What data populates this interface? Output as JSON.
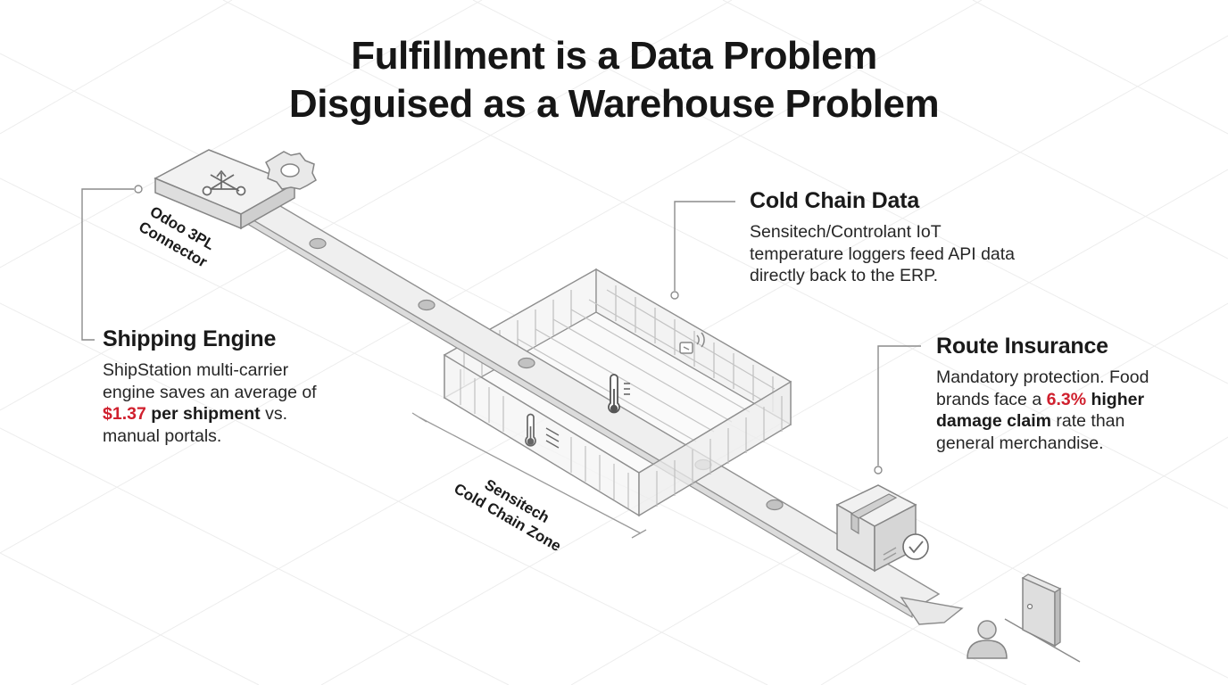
{
  "title": {
    "line1": "Fulfillment is a Data Problem",
    "line2": "Disguised as a Warehouse Problem"
  },
  "labels": {
    "connector": {
      "line1": "Odoo 3PL",
      "line2": "Connector"
    },
    "zone": {
      "line1": "Sensitech",
      "line2": "Cold Chain Zone"
    }
  },
  "callouts": {
    "cold_chain": {
      "heading": "Cold Chain Data",
      "text": "Sensitech/Controlant IoT temperature loggers feed API data directly back to the ERP."
    },
    "shipping": {
      "heading": "Shipping Engine",
      "text_before": "ShipStation multi-carrier engine saves an average of ",
      "highlight": "$1.37",
      "bold": " per shipment",
      "text_after": " vs. manual portals."
    },
    "insurance": {
      "heading": "Route Insurance",
      "text_before": "Mandatory protection. Food brands face a ",
      "highlight": "6.3%",
      "bold": " higher damage claim",
      "text_after": " rate than general merchandise."
    }
  },
  "icons": {
    "connector": "routing-arrows-icon",
    "gear": "gear-icon",
    "thermometer": "thermometer-icon",
    "sensor": "wireless-sensor-icon",
    "package": "package-check-icon",
    "person": "person-icon",
    "door": "door-icon"
  },
  "colors": {
    "highlight": "#d0202e",
    "line": "#8a8a8a",
    "conveyor": "#eeeeee",
    "grid": "#ececec"
  }
}
